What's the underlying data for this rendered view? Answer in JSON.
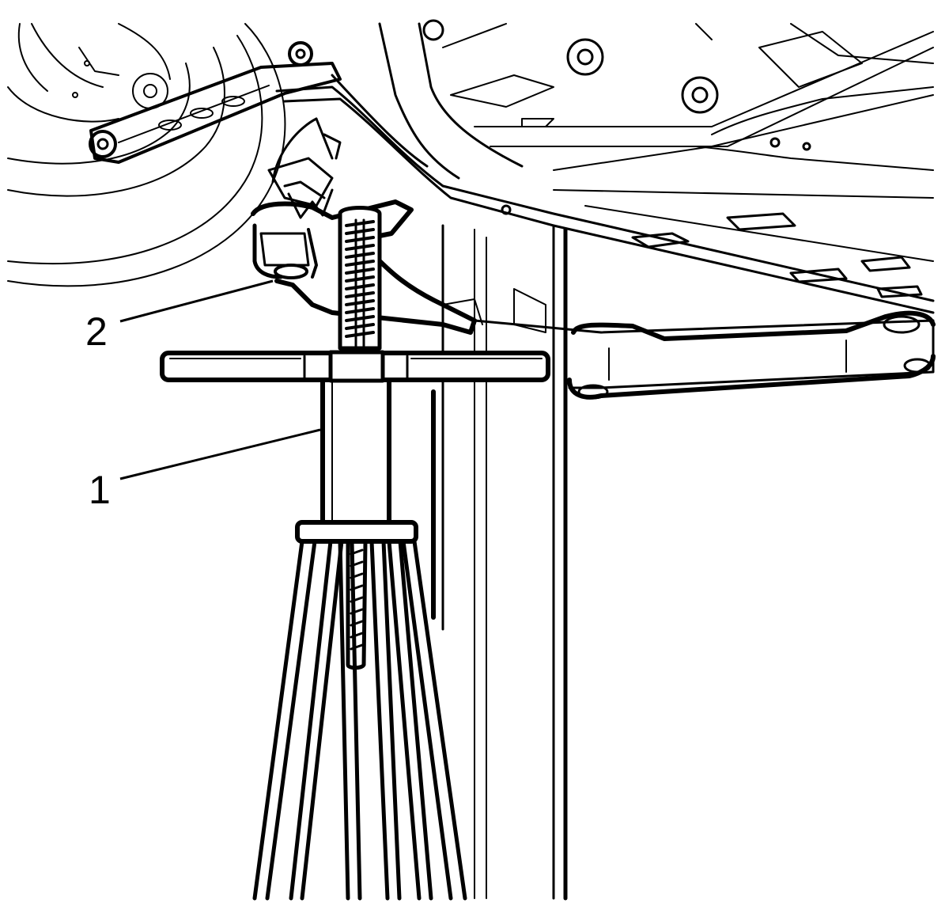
{
  "illustration": {
    "subject": "vehicle-underbody-supported-by-jack-stand",
    "line_color": "#000000",
    "background_color": "#ffffff"
  },
  "callouts": {
    "c1": {
      "label": "1"
    },
    "c2": {
      "label": "2"
    }
  }
}
